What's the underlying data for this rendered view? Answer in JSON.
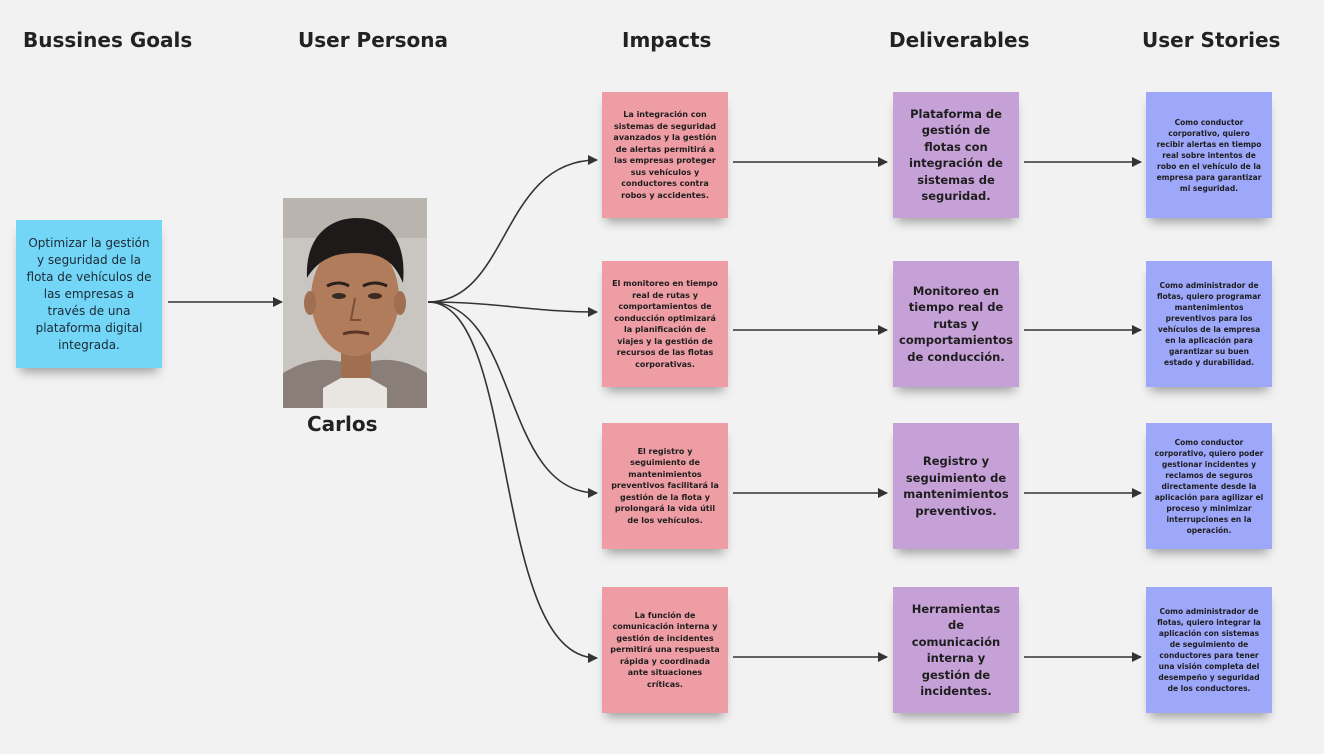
{
  "headers": {
    "goals": "Bussines Goals",
    "persona": "User Persona",
    "impacts": "Impacts",
    "deliverables": "Deliverables",
    "stories": "User Stories"
  },
  "goal": "Optimizar la gestión y seguridad de la flota de vehículos de las empresas a través de una plataforma digital integrada.",
  "persona": {
    "name": "Carlos",
    "photo": "persona-photo (man, portrait)"
  },
  "impacts": [
    "La integración con sistemas de seguridad avanzados y la gestión de alertas permitirá a las empresas proteger sus vehículos y conductores contra robos y accidentes.",
    "El monitoreo en tiempo real de rutas y comportamientos de conducción optimizará la planificación de viajes y la gestión de recursos de las flotas corporativas.",
    "El registro y seguimiento de mantenimientos preventivos facilitará la gestión de la flota y prolongará la vida útil de los vehículos.",
    "La función de comunicación interna y gestión de incidentes permitirá una respuesta rápida y coordinada ante situaciones críticas."
  ],
  "deliverables": [
    "Plataforma de gestión de flotas con integración de sistemas de seguridad.",
    "Monitoreo en tiempo real de rutas y comportamientos de conducción.",
    "Registro y seguimiento de mantenimientos preventivos.",
    "Herramientas de comunicación interna y gestión de incidentes."
  ],
  "stories": [
    "Como conductor corporativo, quiero recibir alertas en tiempo real sobre intentos de robo en el vehículo de la empresa para garantizar mi seguridad.",
    "Como administrador de flotas, quiero programar mantenimientos preventivos para los vehículos de la empresa en la aplicación para garantizar su buen estado y durabilidad.",
    "Como conductor corporativo, quiero poder gestionar incidentes y reclamos de seguros directamente desde la aplicación para agilizar el proceso y minimizar interrupciones en la operación.",
    "Como administrador de flotas, quiero integrar la aplicación con sistemas de seguimiento de conductores para tener una visión completa del desempeño y seguridad de los conductores."
  ],
  "colors": {
    "goal": "#73d6f7",
    "impact": "#ef9da5",
    "deliverable": "#c6a1d8",
    "story": "#9ea8fb",
    "arrow": "#333333"
  }
}
